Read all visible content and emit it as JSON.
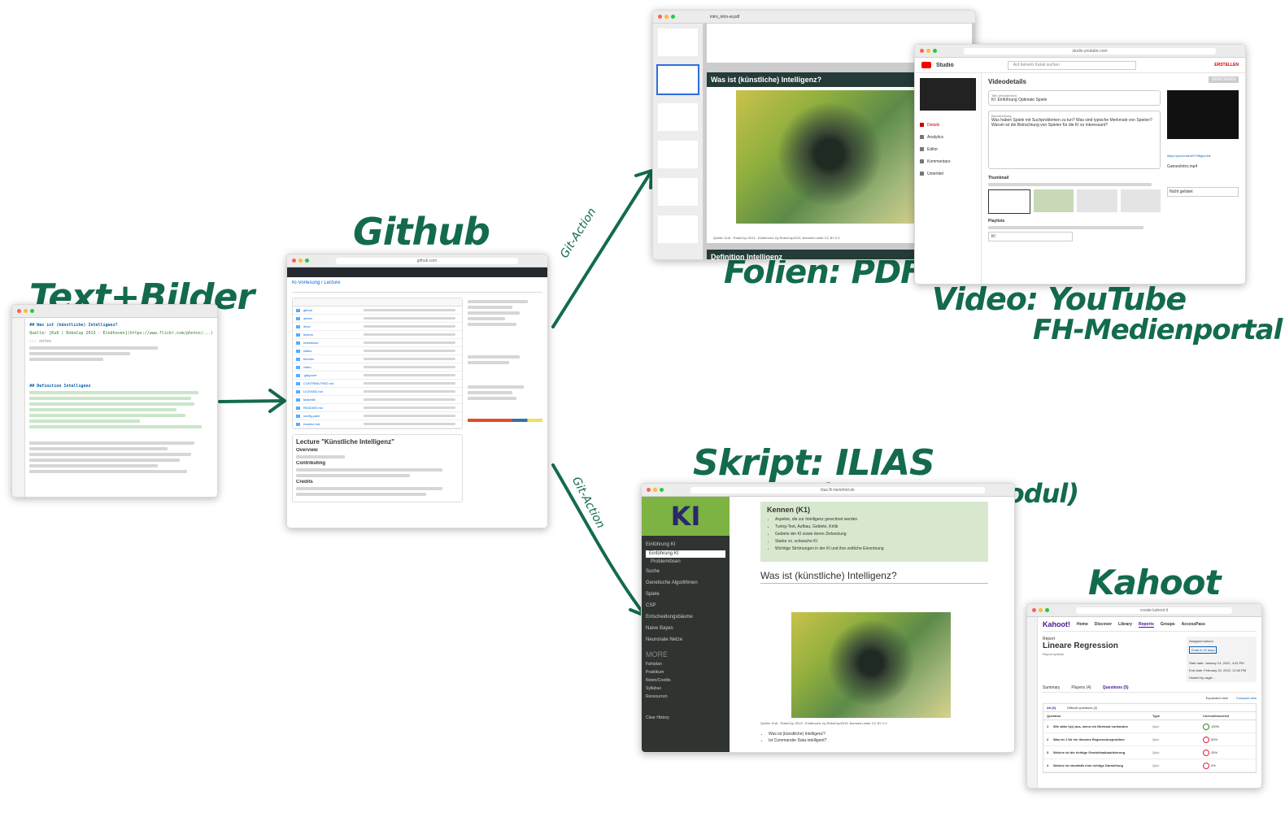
{
  "labels": {
    "text_bilder": "Text+Bilder",
    "github": "Github",
    "folien": "Folien: PDF",
    "video_line1": "Video: YouTube",
    "video_line2": "FH-Medienportal",
    "skript_line1": "Skript: ILIAS",
    "skript_line2": "(HTML-Lernmodul)",
    "kahoot": "Kahoot",
    "git_action_top": "Git-Action",
    "git_action_bottom": "Git-Action"
  },
  "editor": {
    "heading1": "## Was ist (künstliche) Intelligenz?",
    "heading2": "## Definition Intelligenz",
    "quelle": "Quelle: [Kuß | RoboCup 2013 - Eindhoven](https://www.flickr.com/photos/...)",
    "note": "::: notes"
  },
  "github": {
    "repo": "KI-Vorlesung / Lecture",
    "readme_title": "Lecture \"Künstliche Intelligenz\"",
    "overview": "Overview",
    "contributing": "Contributing",
    "credits": "Credits",
    "files": [
      "github",
      "admin",
      "docs",
      "lecture",
      "markdown",
      "slides",
      "themes",
      "video",
      ".gitignore",
      "CONTRIBUTING.md",
      "LICENSE.md",
      "Makefile",
      "README.md",
      "config.yaml",
      "readme.md"
    ]
  },
  "pdf": {
    "filename": "intro_intro-ai.pdf",
    "slide1_title": "Was ist (künstliche) Intelligenz?",
    "slide2_title": "Definition Intelligenz",
    "caption": "Quelle: Kuß - RoboCup 2013 - Eindhoven, by RoboCup2013, licensed under CC BY 2.0"
  },
  "youtube": {
    "brand": "Studio",
    "section": "Videodetails",
    "title_label": "Titel (erforderlich)",
    "title_value": "KI: Einführung Optimale Spiele",
    "desc_label": "Beschreibung",
    "desc_value": "Was haben Spiele mit Suchproblemen zu tun? Was sind typische Merkmale von Spielen? Warum ist die Betrachtung von Spielen für die KI so interessant?",
    "thumbnail_label": "Thumbnail",
    "playlist_label": "Playlists",
    "playlist_value": "KI",
    "save_button": "SPEICHERN",
    "create_button": "ERSTELLEN",
    "search_placeholder": "Auf deinem Kanal suchen",
    "nav": [
      "Details",
      "Analytics",
      "Editor",
      "Kommentare",
      "Untertitel"
    ],
    "video_link": "https://youtu.be/wVY9bgtzoHs",
    "file_name": "GamesIntro.mp4",
    "visibility": "Nicht gelistet"
  },
  "ilias": {
    "logo": "KI",
    "menu": [
      "Einführung KI",
      "Einführung KI",
      "Problemlösen",
      "Suche",
      "Genetische Algorithmen",
      "Spiele",
      "CSP",
      "Entscheidungsbäume",
      "Naive Bayes",
      "Neuronale Netze"
    ],
    "more": "MORE",
    "more_items": [
      "Fahrplan",
      "Praktikum",
      "Noten/Credits",
      "Syllabus",
      "Ressourcen"
    ],
    "clear_history": "Clear History",
    "kennen_title": "Kennen (K1)",
    "kennen_items": [
      "Aspekte, die zur Intelligenz gerechnet werden",
      "Turing-Test, Aufbau, Gebiete, Kritik",
      "Gebiete der KI sowie deren Zielsetzung",
      "Starke vs. schwache KI",
      "Wichtige Strömungen in der KI und ihre zeitliche Einordnung"
    ],
    "heading": "Was ist (künstliche) Intelligenz?",
    "caption": "Quelle: Kuß - RoboCup 2013 - Eindhoven, by RoboCup2013, licensed under CC BY 2.0",
    "bullets": [
      "Was ist (künstliche) Intelligenz?",
      "Ist Commander Data intelligent?"
    ]
  },
  "kahoot": {
    "brand": "Kahoot!",
    "nav": [
      "Home",
      "Discover",
      "Library",
      "Reports",
      "Groups",
      "AccessPass"
    ],
    "report_label": "Report",
    "report_title": "Lineare Regression",
    "report_options": "Report options",
    "assigned": "Assigned kahoot",
    "ends": "Ends in 10 days",
    "start_date": "Start date: January 24, 2022, 4:24 PM",
    "end_date": "End date: February 20, 2022, 12:00 PM",
    "hosted": "Hosted by cagle...",
    "tabs": [
      "Summary",
      "Players (4)",
      "Questions (5)"
    ],
    "filters": [
      "All (5)",
      "Difficult questions (3)"
    ],
    "col_question": "Question",
    "col_type": "Type",
    "col_correct": "Correct/incorrect",
    "questions": [
      {
        "n": "1",
        "q": "Wie sähe h(x) aus, wenn ein Merkmal vorhanden",
        "type": "Quiz",
        "pct": "100%"
      },
      {
        "n": "2",
        "q": "Was ist J für ein lineares Regressionsproblem",
        "type": "Quiz",
        "pct": "50%"
      },
      {
        "n": "3",
        "q": "Welche ist die richtige Gewichtsaktualisierung",
        "type": "Quiz",
        "pct": "25%"
      },
      {
        "n": "4",
        "q": "Welche ist ebenfalls eine richtige Darstellung",
        "type": "Quiz",
        "pct": "0%"
      }
    ],
    "expanded_view": "Expanded view",
    "compact_view": "Compact view"
  }
}
